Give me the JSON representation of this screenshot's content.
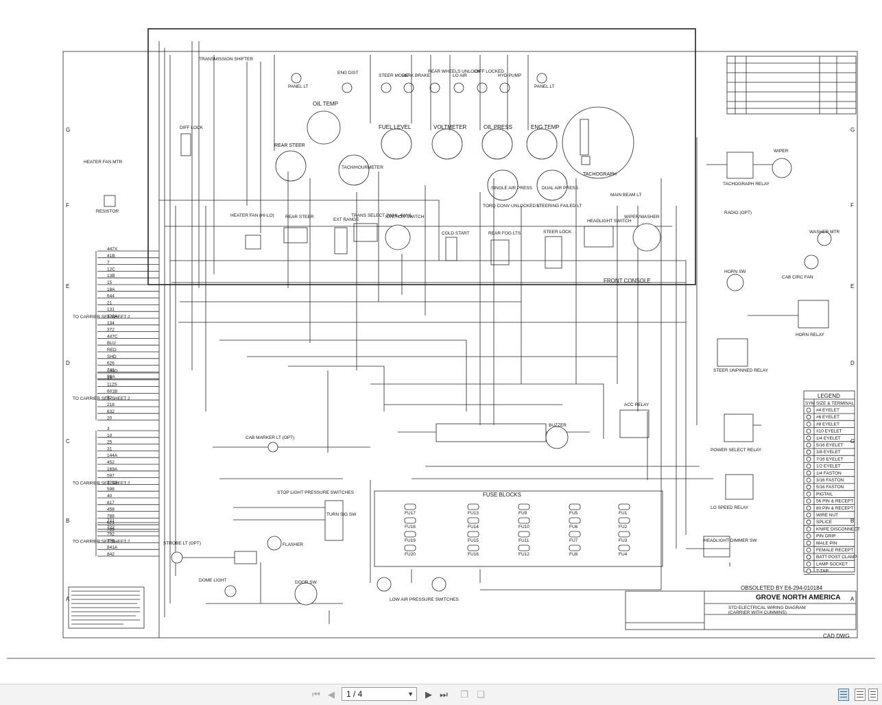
{
  "drawing": {
    "title_company": "GROVE NORTH AMERICA",
    "title_desc": "STD ELECTRICAL WIRING DIAGRAM",
    "title_desc2": "(CARRIER WITH CUMMINS)",
    "obsoleted": "OBSOLETED BY E6-294-010184",
    "cad": "CAD DWG",
    "front_console": "FRONT CONSOLE",
    "tachograph": "TACHOGRAPH",
    "fuse_blocks": "FUSE BLOCKS",
    "row_letters": [
      "G",
      "F",
      "E",
      "D",
      "C",
      "B",
      "A"
    ],
    "components": [
      "OIL TEMP",
      "FUEL LEVEL",
      "VOLTMETER",
      "OIL PRESS",
      "ENG TEMP",
      "REAR STEER",
      "TACH/HOURMETER",
      "SINGLE AIR PRESS",
      "DUAL AIR PRESS",
      "TORQ CONV UNLOCKED LT",
      "STEERING FAILED LT",
      "MAIN BEAM LT",
      "HEADLIGHT SWITCH",
      "WIPER/WASHER",
      "WIPER",
      "WASHER MTR",
      "RADIO (OPT)",
      "HORN SW",
      "HORN RELAY",
      "CAB CIRC FAN",
      "TACHOGRAPH RELAY",
      "STEER UNPINNED RELAY",
      "POWER SELECT RELAY",
      "LO SPEED RELAY",
      "ACC RELAY",
      "BUZZER",
      "IGNITION SWITCH",
      "COLD START",
      "REAR FOG LTS",
      "STEER LOCK",
      "EXT RANGE",
      "TRANS SELECT 2WHL-4WHL",
      "HEATER FAN (HI-LO)",
      "HEATER FAN MTR",
      "DIFF LOCK",
      "TRANSMISSION SHIFTER",
      "PANEL LT",
      "ENG DIST",
      "STEER MODE",
      "PARK BRAKE",
      "REAR WHEELS UNLOCK",
      "LO AIR",
      "DIFF LOCKED",
      "HYD PUMP",
      "CAB MARKER LT (OPT)",
      "STOP LIGHT PRESSURE SWITCHES",
      "TURN SIG SW",
      "FLASHER",
      "STROBE LT (OPT)",
      "DOME LIGHT",
      "DOOR SW",
      "LOW AIR PRESSURE SWITCHES",
      "HEADLIGHT DIMMER SW",
      "RESISTOR"
    ],
    "carrier_refs": [
      "TO CARRIER SEE SHEET 2",
      "TO CARRIER SEE SHEET 2",
      "TO CARRIER SEE SHEET 2",
      "TO CARRIER SEE SHEET 2"
    ],
    "carrier_wires": [
      [
        "447X",
        "41B",
        "7",
        "12C",
        "13B",
        "15",
        "18A",
        "644",
        "21",
        "131",
        "132A",
        "134",
        "372",
        "447C",
        "BLU",
        "RED",
        "SHD",
        "626",
        "741",
        "99A"
      ],
      [
        "105D",
        "15",
        "112S",
        "601B",
        "52",
        "218",
        "632",
        "20"
      ],
      [
        "3",
        "10",
        "25",
        "31",
        "144A",
        "452",
        "169A",
        "597",
        "221B",
        "598",
        "40",
        "617",
        "458",
        "788",
        "621",
        "789"
      ],
      [
        "721",
        "722",
        "792",
        "798",
        "841A",
        "842"
      ]
    ],
    "fuses": [
      "FU17",
      "FU18",
      "FU19",
      "FU20",
      "FU13",
      "FU14",
      "FU15",
      "FU16",
      "FU9",
      "FU10",
      "FU11",
      "FU12",
      "FU5",
      "FU6",
      "FU7",
      "FU8",
      "FU1",
      "FU2",
      "FU3",
      "FU4"
    ],
    "legend": {
      "title": "LEGEND",
      "header": [
        "SYM",
        "SIZE & TERMINAL"
      ],
      "items": [
        "#4 EYELET",
        "#6 EYELET",
        "#8 EYELET",
        "#10 EYELET",
        "1/4 EYELET",
        "5/16 EYELET",
        "3/8 EYELET",
        "7/16 EYELET",
        "1/2 EYELET",
        "1/4 FASTON",
        "3/16 FASTON",
        "5/16 FASTON",
        "PIGTAIL",
        "56 PIN & RECEPT",
        "80 PIN & RECEPT",
        "WIRE NUT",
        "SPLICE",
        "KNIFE DISCONNECT",
        "PIN GRIP",
        "MALE PIN",
        "FEMALE RECEPT",
        "BATT POST CLAMP",
        "LAMP SOCKET",
        "T-TAP"
      ]
    }
  },
  "viewer": {
    "page_label": "1 / 4",
    "first_icon": "first-page-icon",
    "prev_icon": "prev-page-icon",
    "next_icon": "next-page-icon",
    "last_icon": "last-page-icon",
    "single_view_icon": "single-page-view-icon",
    "continuous_view_icon": "continuous-view-icon"
  }
}
